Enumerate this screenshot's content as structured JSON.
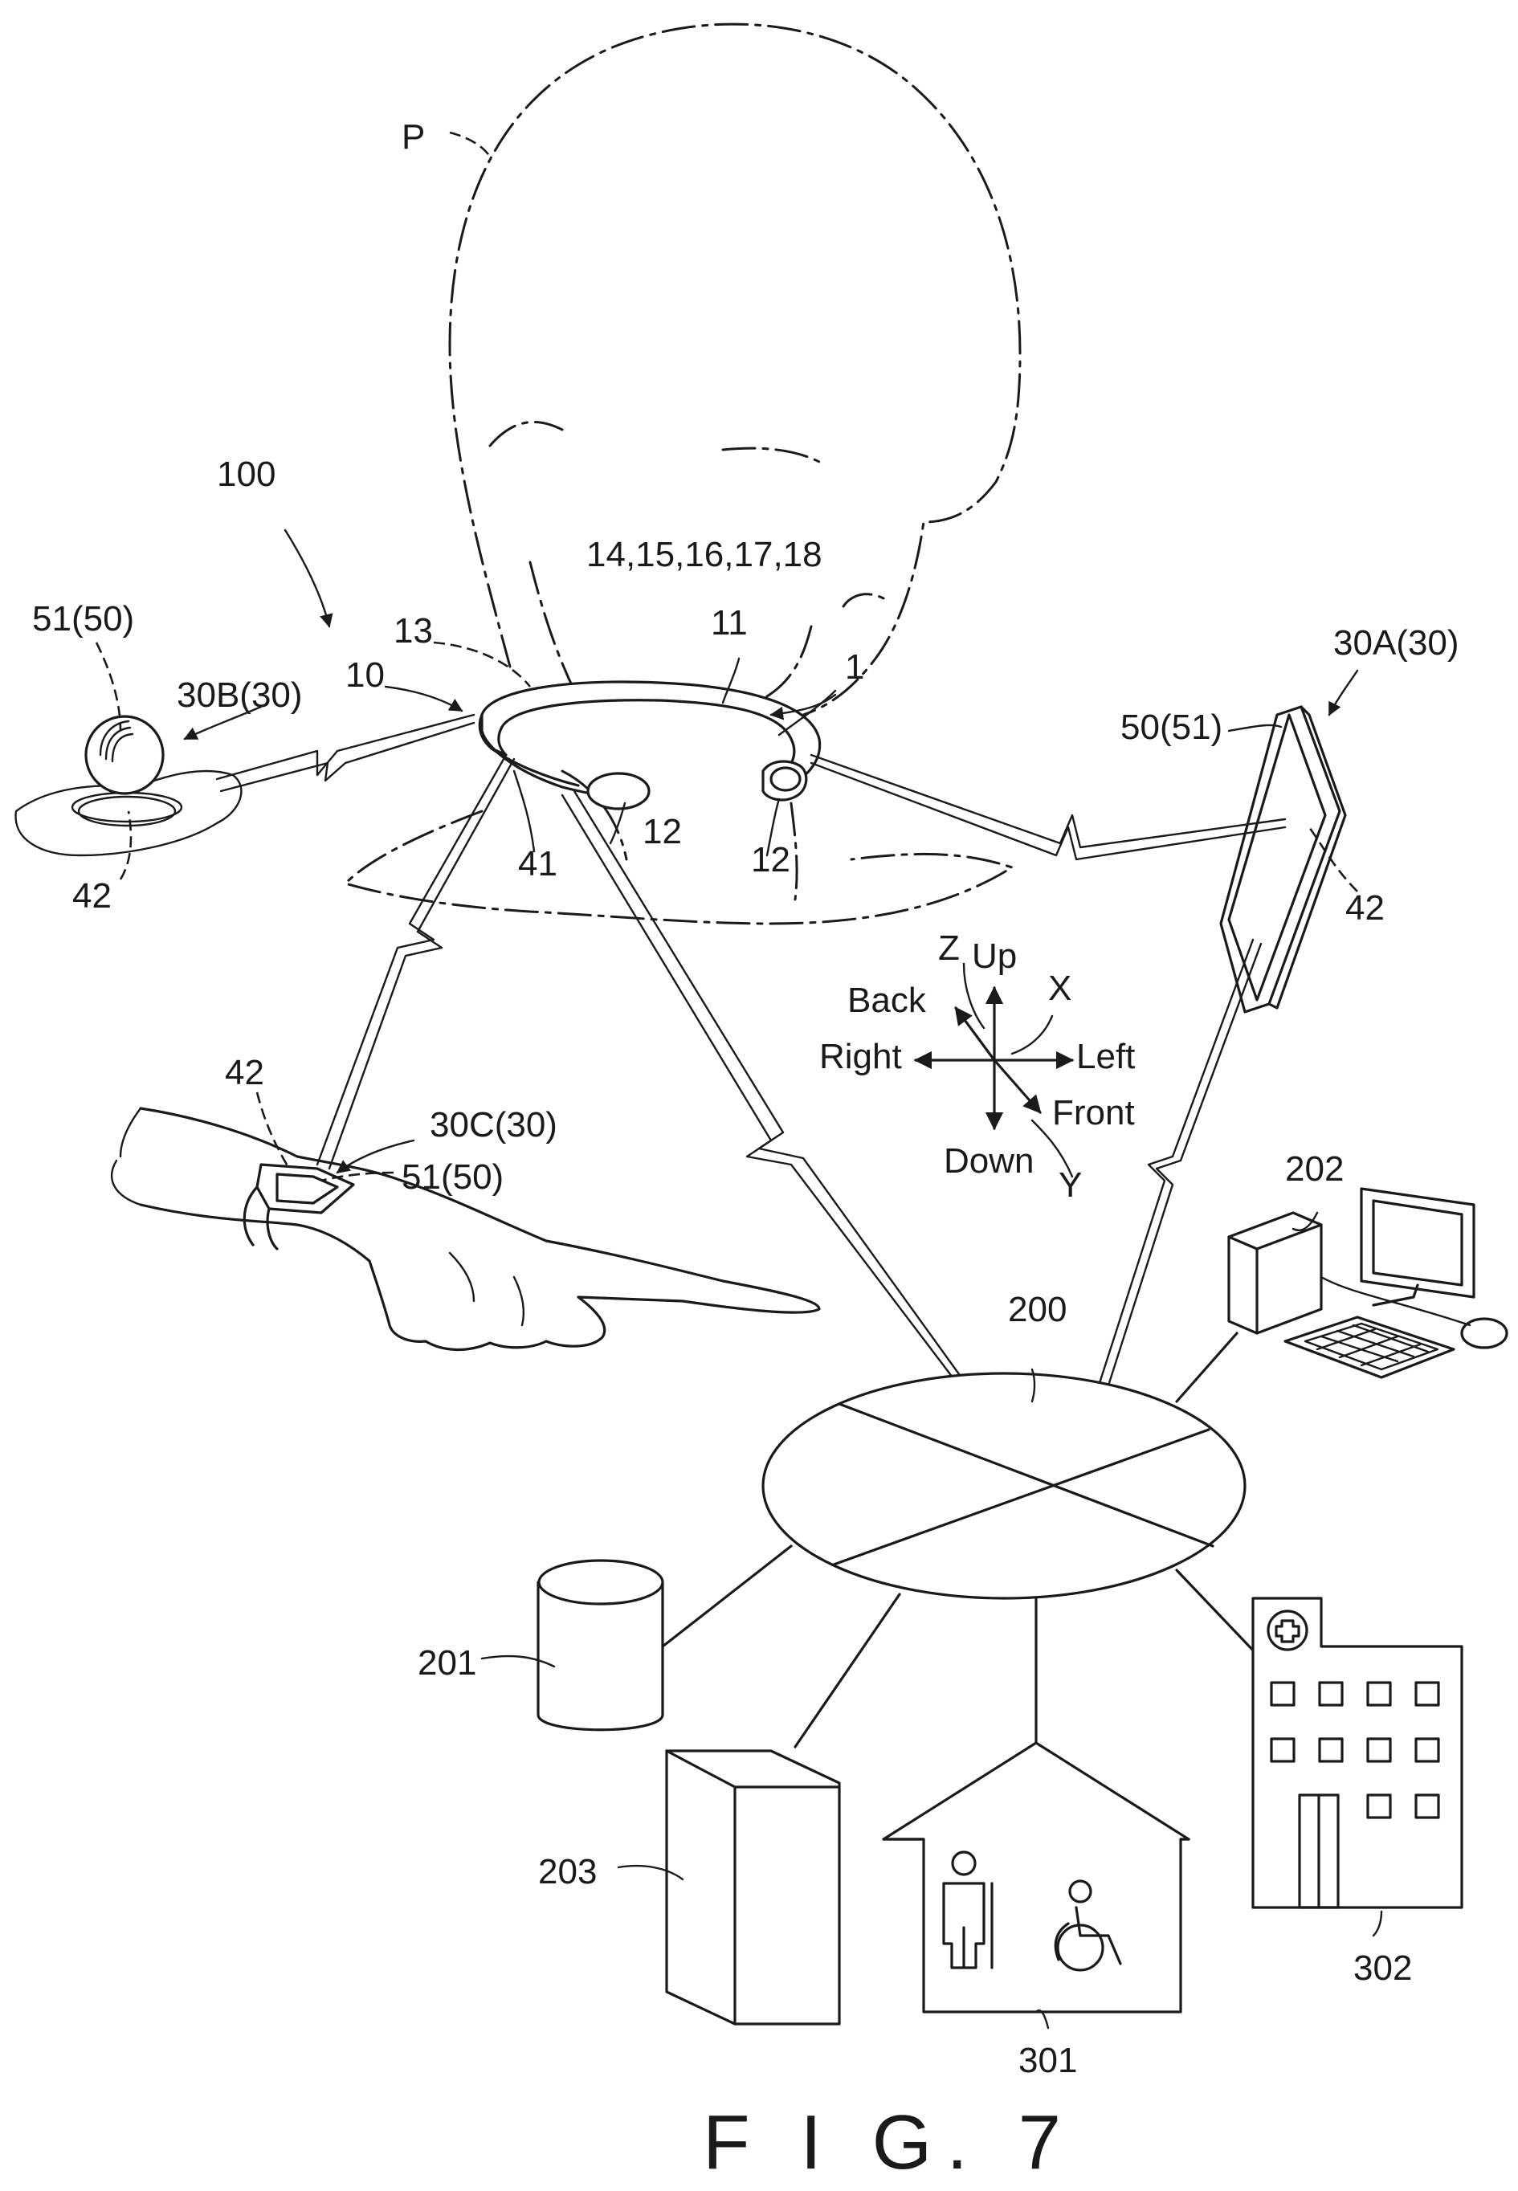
{
  "figure": {
    "caption": "F I G. 7",
    "labels": {
      "p": "P",
      "system": "100",
      "sensors": "14,15,16,17,18",
      "l11": "11",
      "l1": "1",
      "l13": "13",
      "l10": "10",
      "l41": "41",
      "l12a": "12",
      "l12b": "12",
      "l51_50_sphere": "51(50)",
      "l30b": "30B(30)",
      "l42_sphere": "42",
      "l30a": "30A(30)",
      "l50_51_tablet": "50(51)",
      "l42_tablet": "42",
      "l42_watch": "42",
      "l30c": "30C(30)",
      "l51_50_watch": "51(50)",
      "l200": "200",
      "l201": "201",
      "l202": "202",
      "l203": "203",
      "l301": "301",
      "l302": "302"
    },
    "axes": {
      "z": "Z",
      "up": "Up",
      "x": "X",
      "back": "Back",
      "right": "Right",
      "left": "Left",
      "front": "Front",
      "down": "Down",
      "y": "Y"
    }
  }
}
